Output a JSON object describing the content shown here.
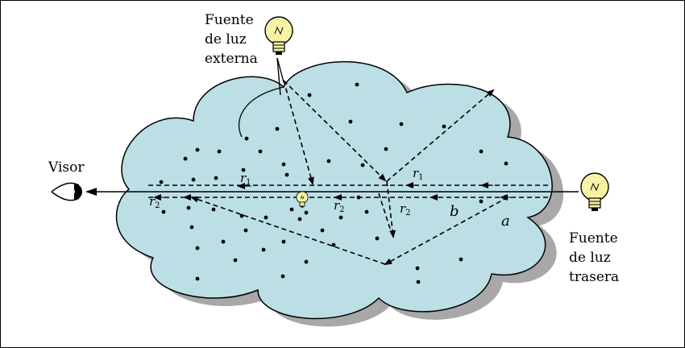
{
  "labels": {
    "external_source": [
      "Fuente",
      "de luz",
      "externa"
    ],
    "viewer": "Visor",
    "back_source": [
      "Fuente",
      "de luz",
      "trasera"
    ],
    "r1_a": "r",
    "r1_a_sub": "1",
    "r1_b": "r",
    "r1_b_sub": "1",
    "r2_a": "r",
    "r2_a_sub": "2",
    "r2_b": "r",
    "r2_b_sub": "2",
    "r2_c": "r",
    "r2_c_sub": "2",
    "seg_a": "a",
    "seg_b": "b"
  },
  "colors": {
    "cloud_fill": "#bcdfe6",
    "cloud_shadow": "#a8a8a8",
    "bulb_fill": "#f7f3a6",
    "ink": "#000000"
  },
  "icons": {
    "external_bulb": "lightbulb-icon",
    "back_bulb": "lightbulb-icon",
    "inner_bulb": "lightbulb-icon",
    "viewer_eye": "eye-icon"
  }
}
